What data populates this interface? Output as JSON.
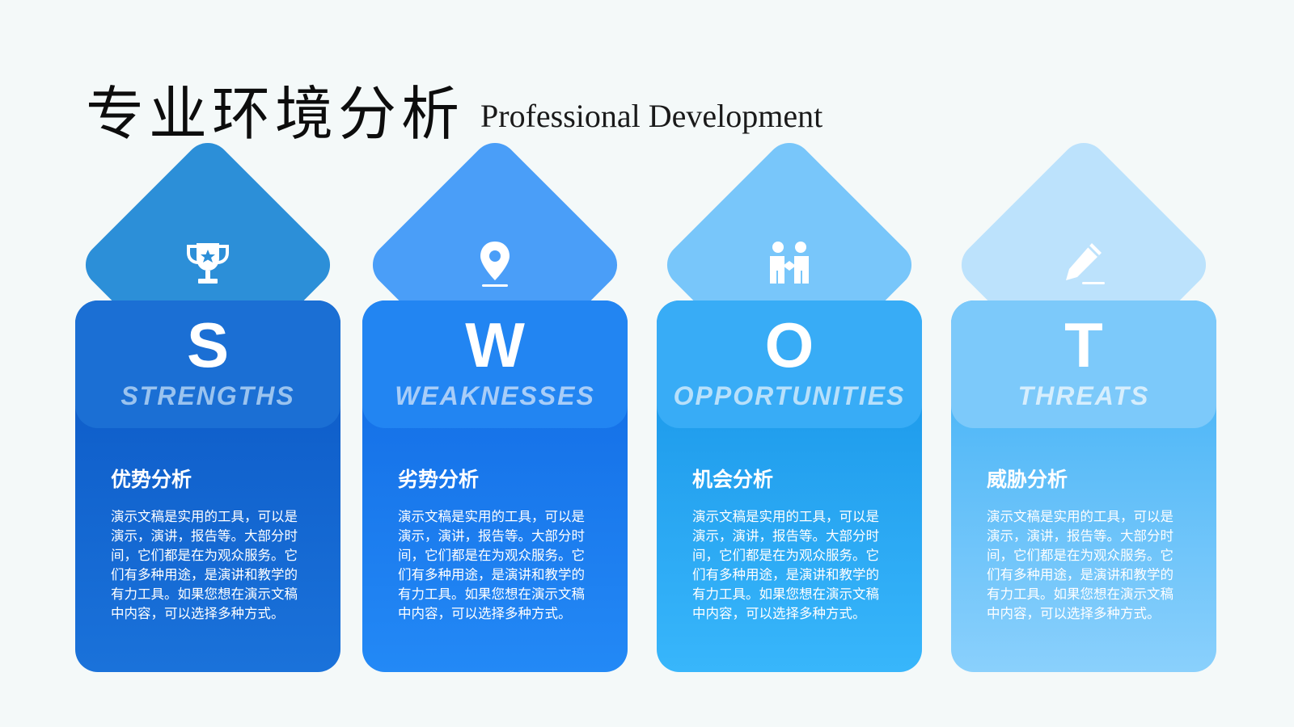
{
  "title": {
    "cn": "专业环境分析",
    "en": "Professional Development"
  },
  "cards": [
    {
      "letter": "S",
      "word": "STRENGTHS",
      "heading": "优势分析",
      "icon": "trophy-icon",
      "text": "演示文稿是实用的工具，可以是演示，演讲，报告等。大部分时间，它们都是在为观众服务。它们有多种用途，是演讲和教学的有力工具。如果您想在演示文稿中内容，可以选择多种方式。"
    },
    {
      "letter": "W",
      "word": "WEAKNESSES",
      "heading": "劣势分析",
      "icon": "location-pin-icon",
      "text": "演示文稿是实用的工具，可以是演示，演讲，报告等。大部分时间，它们都是在为观众服务。它们有多种用途，是演讲和教学的有力工具。如果您想在演示文稿中内容，可以选择多种方式。"
    },
    {
      "letter": "O",
      "word": "OPPORTUNITIES",
      "heading": "机会分析",
      "icon": "handshake-people-icon",
      "text": "演示文稿是实用的工具，可以是演示，演讲，报告等。大部分时间，它们都是在为观众服务。它们有多种用途，是演讲和教学的有力工具。如果您想在演示文稿中内容，可以选择多种方式。"
    },
    {
      "letter": "T",
      "word": "THREATS",
      "heading": "威胁分析",
      "icon": "pencil-icon",
      "text": "演示文稿是实用的工具，可以是演示，演讲，报告等。大部分时间，它们都是在为观众服务。它们有多种用途，是演讲和教学的有力工具。如果您想在演示文稿中内容，可以选择多种方式。"
    }
  ]
}
